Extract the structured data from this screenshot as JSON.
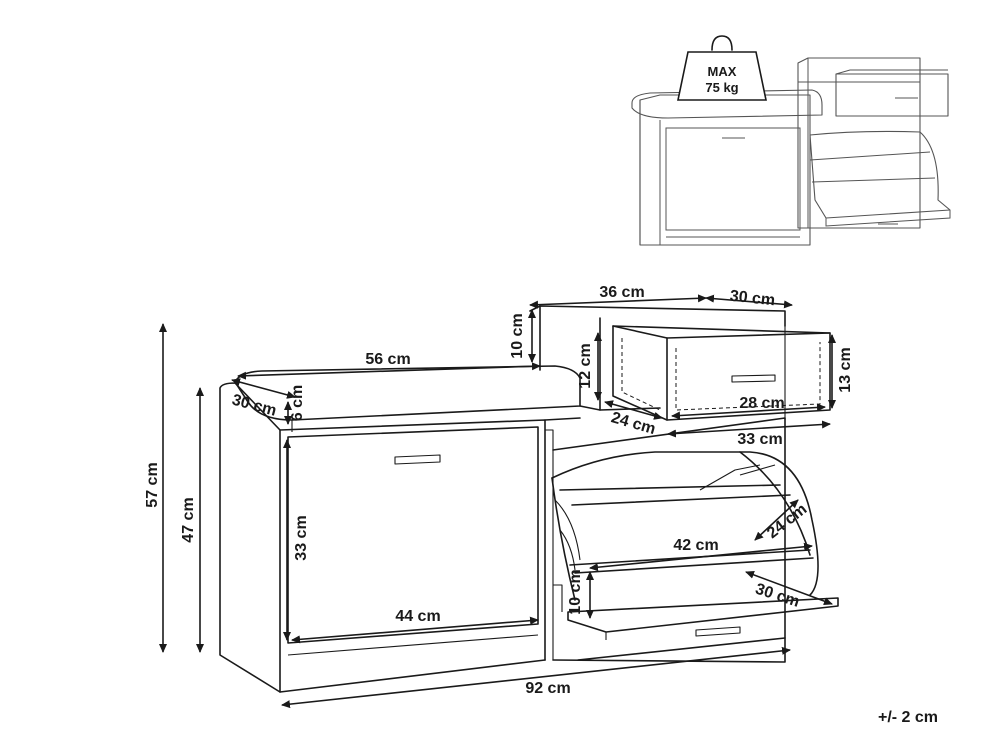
{
  "weight_badge": {
    "line1": "MAX",
    "line2": "75 kg"
  },
  "dimensions": {
    "width_36": "36 cm",
    "depth_30_top": "30 cm",
    "height_10_top": "10 cm",
    "height_12": "12 cm",
    "height_13": "13 cm",
    "width_56": "56 cm",
    "depth_30_left": "30 cm",
    "height_6": "6 cm",
    "depth_24_drawer": "24 cm",
    "width_28": "28 cm",
    "width_33": "33 cm",
    "height_57": "57 cm",
    "height_47": "47 cm",
    "height_33": "33 cm",
    "width_44": "44 cm",
    "width_42": "42 cm",
    "depth_24_shelf": "24 cm",
    "height_10_bottom": "10 cm",
    "depth_30_flap": "30 cm",
    "width_92": "92 cm"
  },
  "tolerance": "+/- 2 cm"
}
